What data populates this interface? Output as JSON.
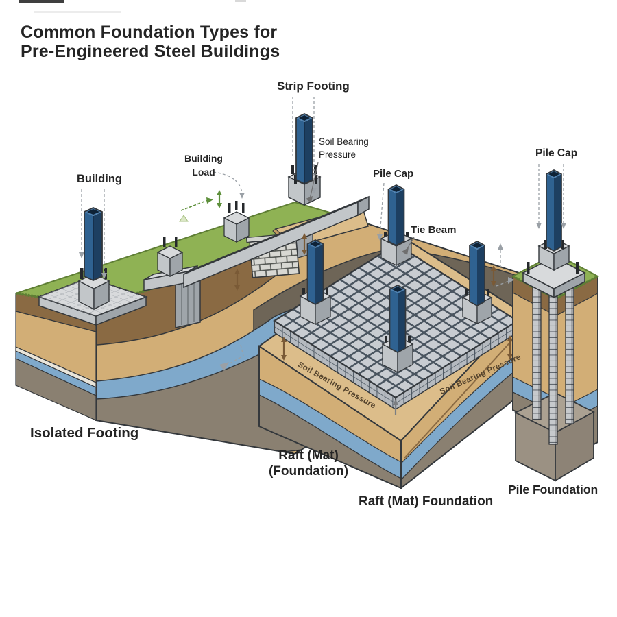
{
  "title": {
    "line1": "Common Foundation Types for",
    "line2": "Pre-Engineered Steel Buildings"
  },
  "labels": {
    "strip_footing": "Strip Footing",
    "soil_bearing_strip_l1": "Soil Bearing",
    "soil_bearing_strip_l2": "Pressure",
    "building": "Building",
    "building_load_l1": "Building",
    "building_load_l2": "Load",
    "pile_cap_mid": "Pile Cap",
    "tie_beam": "Tie Beam",
    "pile_cap_right": "Pile Cap",
    "isolated_footing": "Isolated Footing",
    "raft_mat_l1": "Raft (Mat)",
    "raft_mat_l2": "(Foundation)",
    "raft_mat_foundation": "Raft (Mat) Foundation",
    "pile_foundation": "Pile Foundation",
    "soil_bearing_raft_left": "Soil Bearing Pressure",
    "soil_bearing_raft_right": "Soil Bearing Pressure"
  },
  "colors": {
    "paper": "#ffffff",
    "ink": "#242424",
    "grass": "#8fb254",
    "grass_edge": "#5f7f35",
    "soil_brown": "#8a6a43",
    "soil_tan": "#d2ae76",
    "soil_tan_light": "#dcbd8a",
    "water": "#7fa9cb",
    "soil_gray": "#8a8071",
    "soil_gray_dark": "#6e6557",
    "bearing": "#9b9183",
    "bearing_dark": "#8d8376",
    "bearing_top": "#aba192",
    "concrete_top": "#d8dadc",
    "concrete_left": "#c2c6c9",
    "concrete_right": "#9fa5aa",
    "grout": "#4a5560",
    "tile": "#c8ccd1",
    "steel_light": "#2f6291",
    "steel_dark": "#1d3f61",
    "steel_inner": "#0e2236",
    "outline": "#34383c",
    "leader": "#9aa0a6",
    "arrow_brown": "#7a5a36",
    "arrow_green": "#5d8f3a",
    "bolt": "#26292c",
    "brick": "#d8d8d3",
    "brick_joint": "#50534f",
    "sbp_text": "#53422c"
  }
}
